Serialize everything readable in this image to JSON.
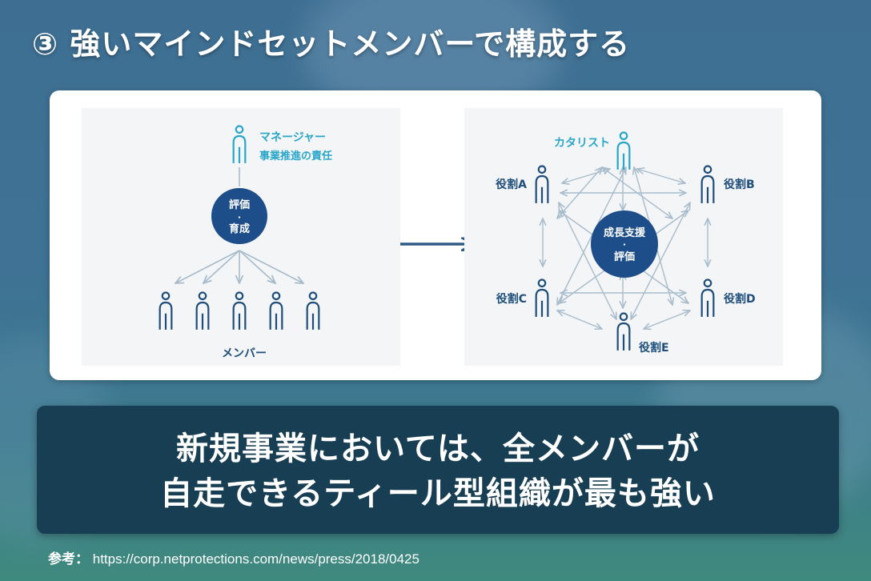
{
  "title": "③ 強いマインドセットメンバーで構成する",
  "diagram": {
    "left": {
      "manager_label": "マネージャー",
      "manager_sublabel": "事業推進の責任",
      "center_line1": "評価",
      "center_dot": "・",
      "center_line2": "育成",
      "members_label": "メンバー"
    },
    "right": {
      "catalyst_label": "カタリスト",
      "center_line1": "成長支援",
      "center_dot": "・",
      "center_line2": "評価",
      "role_a": "役割A",
      "role_b": "役割B",
      "role_c": "役割C",
      "role_d": "役割D",
      "role_e": "役割E"
    }
  },
  "message": {
    "line1": "新規事業においては、全メンバーが",
    "line2": "自走できるティール型組織が最も強い"
  },
  "reference": {
    "label": "参考：",
    "url": "https://corp.netprotections.com/news/press/2018/0425"
  },
  "colors": {
    "accent_teal": "#2aa6c8",
    "circle_navy": "#1d4e89",
    "arrow_gray": "#a8bccb",
    "arrow_navy": "#2d5b86"
  }
}
